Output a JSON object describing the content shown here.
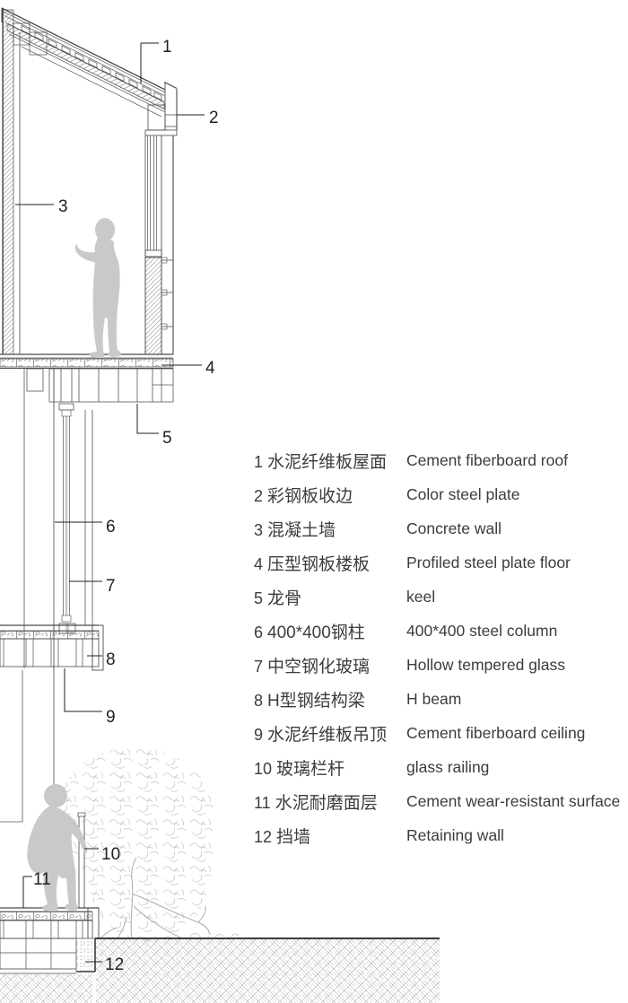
{
  "colors": {
    "ink": "#3a3a3a",
    "thin_line": "#6a6a6a",
    "leader": "#1f1f1f",
    "person_fill": "#c9c9c9",
    "tree_stroke": "#c4c4c4",
    "hatch_stroke": "#8f8f8f",
    "ground_hatch_stroke": "#bdbdbd",
    "legend_text": "#3c3c3c",
    "background": "#ffffff"
  },
  "drawing": {
    "callouts": [
      {
        "n": "1"
      },
      {
        "n": "2"
      },
      {
        "n": "3"
      },
      {
        "n": "4"
      },
      {
        "n": "5"
      },
      {
        "n": "6"
      },
      {
        "n": "7"
      },
      {
        "n": "8"
      },
      {
        "n": "9"
      },
      {
        "n": "10"
      },
      {
        "n": "11"
      },
      {
        "n": "12"
      }
    ]
  },
  "legend": {
    "items": [
      {
        "num": "1",
        "zh": "水泥纤维板屋面",
        "en": "Cement fiberboard roof"
      },
      {
        "num": "2",
        "zh": "彩钢板收边",
        "en": "Color steel plate"
      },
      {
        "num": "3",
        "zh": "混凝土墙",
        "en": "Concrete wall"
      },
      {
        "num": "4",
        "zh": "压型钢板楼板",
        "en": "Profiled steel plate floor"
      },
      {
        "num": "5",
        "zh": "龙骨",
        "en": "keel"
      },
      {
        "num": "6",
        "zh": "400*400钢柱",
        "en": "400*400 steel column"
      },
      {
        "num": "7",
        "zh": "中空钢化玻璃",
        "en": "Hollow tempered glass"
      },
      {
        "num": "8",
        "zh": "H型钢结构梁",
        "en": "H beam"
      },
      {
        "num": "9",
        "zh": "水泥纤维板吊顶",
        "en": "Cement fiberboard ceiling"
      },
      {
        "num": "10",
        "zh": "玻璃栏杆",
        "en": "glass railing"
      },
      {
        "num": "11",
        "zh": "水泥耐磨面层",
        "en": "Cement wear-resistant surface"
      },
      {
        "num": "12",
        "zh": "挡墙",
        "en": "Retaining wall"
      }
    ]
  }
}
